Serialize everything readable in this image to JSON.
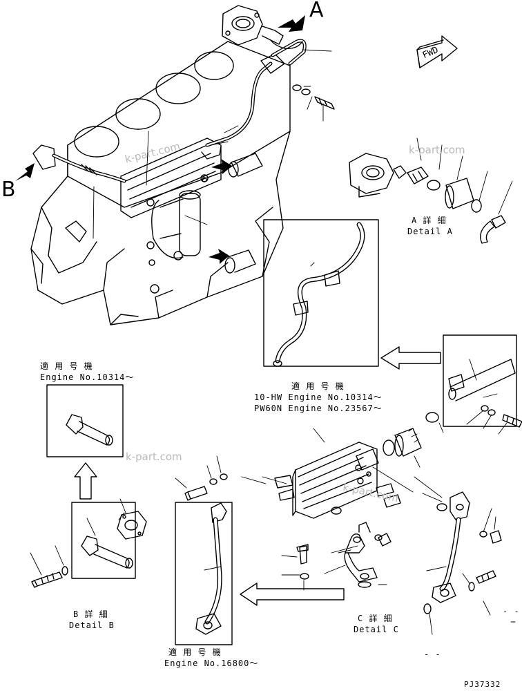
{
  "callouts": {
    "a": "A",
    "b": "B"
  },
  "fwd_label": "FWD",
  "details": {
    "a": {
      "jp": "A 詳 細",
      "en": "Detail A"
    },
    "b": {
      "jp": "B 詳 細",
      "en": "Detail B"
    },
    "c": {
      "jp": "C 詳 細",
      "en": "Detail C"
    }
  },
  "applicability": {
    "top_left": {
      "jp": "適 用 号 機",
      "en": "Engine No.10314～"
    },
    "middle": {
      "jp": "適 用 号 機",
      "line1": "10-HW Engine No.10314～",
      "line2": "PW60N Engine No.23567～"
    },
    "bottom": {
      "jp": "適 用 号 機",
      "en": "Engine No.16800～"
    }
  },
  "marks": {
    "dash_1": "- -",
    "dash_2": "- -"
  },
  "watermark": "k-part.com",
  "drawing_number": "PJ37332"
}
